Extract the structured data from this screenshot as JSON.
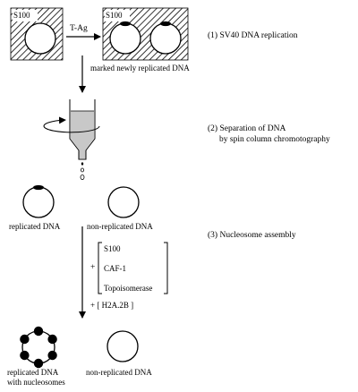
{
  "step1": {
    "box_label_left": "S100",
    "arrow_label": "T-Ag",
    "box_label_right": "S100",
    "caption": "(1) SV40 DNA replication",
    "note": "marked newly replicated DNA"
  },
  "step2": {
    "caption_line1": "(2) Separation of DNA",
    "caption_line2": "by spin column chromotography"
  },
  "step3": {
    "left_label": "replicated DNA",
    "right_label": "non-replicated DNA",
    "caption": "(3) Nucleosome assembly",
    "plus1": "+",
    "bracket_items": [
      "S100",
      "CAF-1",
      "Topoisomerase"
    ],
    "extra": "+ [ H2A.2B ]"
  },
  "final": {
    "left_label_line1": "replicated DNA",
    "left_label_line2": "with nucleosomes",
    "right_label": "non-replicated DNA"
  }
}
